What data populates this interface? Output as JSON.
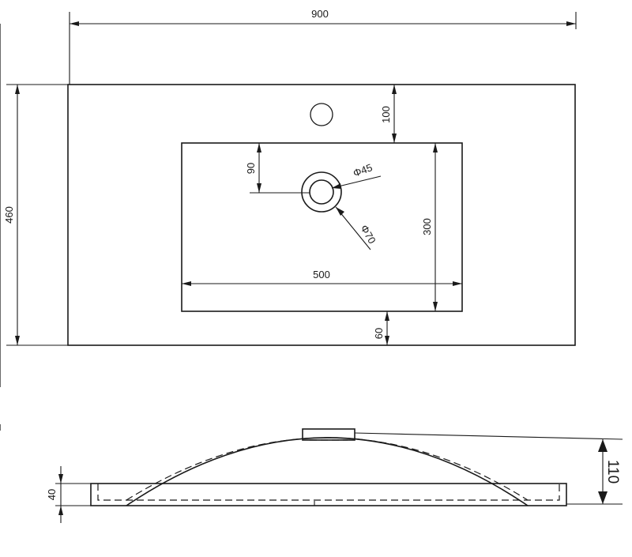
{
  "top_view": {
    "width_label": "900",
    "depth_label": "460",
    "tap_offset_label": "100",
    "basin_offset_label": "90",
    "drain_inner_label": "Φ45",
    "drain_outer_label": "Φ70",
    "basin_depth_label": "300",
    "basin_width_label": "500",
    "front_offset_label": "60"
  },
  "side_view": {
    "thickness_label": "40",
    "height_label": "110"
  }
}
